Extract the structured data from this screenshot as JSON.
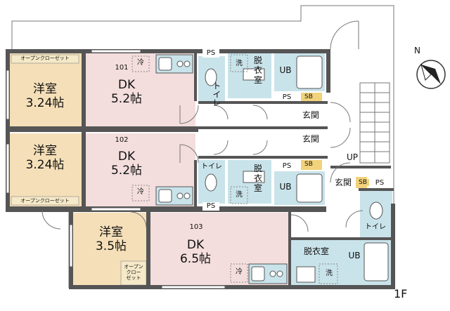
{
  "floor_label": "1F",
  "compass_label": "N",
  "colors": {
    "wall": "#555555",
    "western_room": "#f5dfb8",
    "dk": "#f3dedd",
    "wet_area": "#c9e3ea",
    "sb": "#f2d27a",
    "closet": "#f5e9c8"
  },
  "units": [
    {
      "number": "101",
      "western_room": "洋室\n3.24帖",
      "closet": "オープンクローゼット",
      "dk": "DK\n5.2帖",
      "fridge": "冷",
      "toilet": "トイレ",
      "changing_room": "脱\n衣\n室",
      "washer": "洗",
      "bath": "UB",
      "ps": "PS",
      "ps_top": "PS",
      "sb": "SB",
      "entrance": "玄関"
    },
    {
      "number": "102",
      "western_room": "洋室\n3.24帖",
      "closet": "オープンクローゼット",
      "dk": "DK\n5.2帖",
      "fridge": "冷",
      "toilet": "トイレ",
      "changing_room": "脱\n衣\n室",
      "washer": "洗",
      "bath": "UB",
      "ps": "PS",
      "ps_bottom": "PS",
      "sb": "SB",
      "entrance": "玄関"
    },
    {
      "number": "103",
      "western_room": "洋室\n3.5帖",
      "closet": "オープン\nクロー\nゼット",
      "dk": "DK\n6.5帖",
      "fridge": "冷",
      "toilet": "トイレ",
      "changing_room": "脱衣室",
      "washer": "洗",
      "bath": "UB",
      "ps": "PS",
      "sb": "SB",
      "entrance": "玄関"
    }
  ],
  "stairs_label": "UP"
}
